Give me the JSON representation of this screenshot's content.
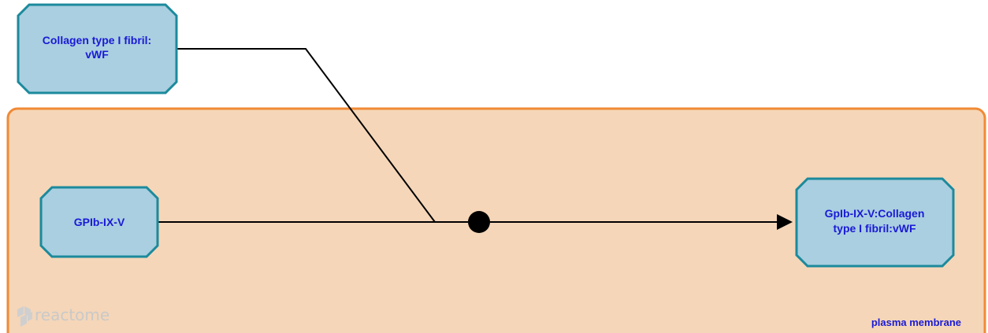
{
  "compartment": {
    "label": "plasma membrane"
  },
  "nodes": {
    "input_complex": {
      "line1": "Collagen type I fibril:",
      "line2": "vWF"
    },
    "receptor": {
      "label": "GPIb-IX-V"
    },
    "output_complex": {
      "line1": "GpIb-IX-V:Collagen",
      "line2": "type I fibril:vWF"
    }
  },
  "logo": {
    "text": "reactome"
  },
  "colors": {
    "compartment_fill": "#f5d6b8",
    "compartment_border": "#f08a35",
    "node_fill": "#aacfe0",
    "node_border": "#1b8a9c",
    "label_text": "#1a1ad6",
    "edge": "#000000"
  }
}
